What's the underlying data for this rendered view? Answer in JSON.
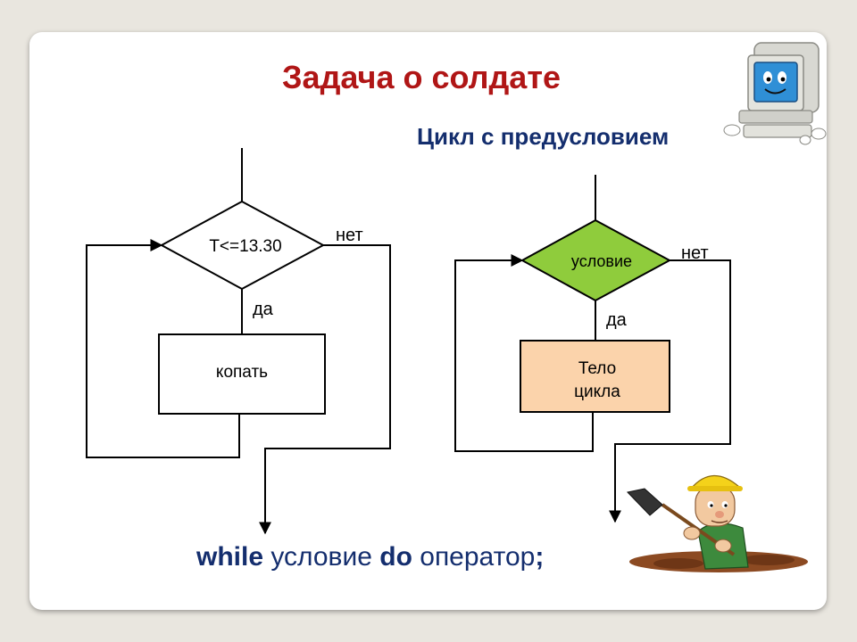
{
  "slide": {
    "title": "Задача о солдате",
    "subtitle": "Цикл с предусловием",
    "code": {
      "kw_while": "while",
      "cond": " условие ",
      "kw_do": "do",
      "op": " оператор",
      "semicolon": ";"
    }
  },
  "left_flow": {
    "condition": "T<=13.30",
    "no_label": "нет",
    "yes_label": "да",
    "action": "копать"
  },
  "right_flow": {
    "condition": "условие",
    "no_label": "нет",
    "yes_label": "да",
    "body_line1": "Тело",
    "body_line2": "цикла"
  },
  "colors": {
    "title": "#b01616",
    "subtitle": "#142e6e",
    "condition_fill": "#8fcc3c",
    "body_fill": "#fbd3ab"
  }
}
